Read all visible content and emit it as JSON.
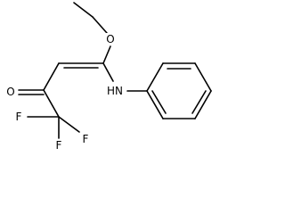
{
  "structure": {
    "atoms": [
      {
        "id": "O_ether",
        "label": "O"
      },
      {
        "id": "N_amine",
        "label": "HN"
      },
      {
        "id": "O_keto",
        "label": "O"
      },
      {
        "id": "F1",
        "label": "F"
      },
      {
        "id": "F2",
        "label": "F"
      },
      {
        "id": "F3",
        "label": "F"
      }
    ]
  }
}
